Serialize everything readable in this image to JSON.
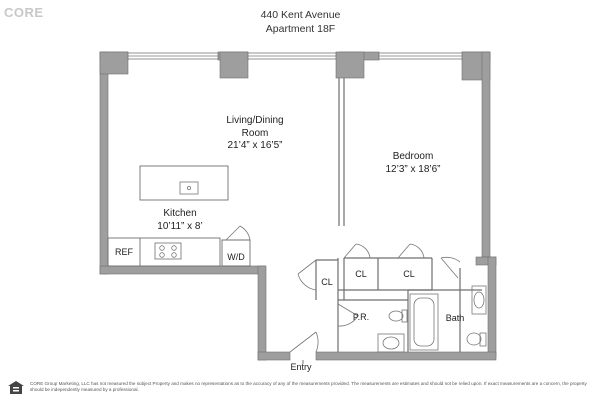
{
  "brand": {
    "logo_text": "CORE"
  },
  "header": {
    "address": "440 Kent Avenue",
    "unit": "Apartment 18F"
  },
  "rooms": {
    "living": {
      "name_line1": "Living/Dining",
      "name_line2": "Room",
      "dims": "21’4” x 16’5”"
    },
    "kitchen": {
      "name": "Kitchen",
      "dims": "10’11” x 8’"
    },
    "bedroom": {
      "name": "Bedroom",
      "dims": "12’3” x 18’6”"
    },
    "ref": "REF",
    "wd": "W/D",
    "cl1": "CL",
    "cl2": "CL",
    "cl3": "CL",
    "pr": "P.R.",
    "bath": "Bath",
    "entry": "Entry"
  },
  "footer": {
    "disclaimer": "CORE Group Marketing, LLC has not measured the subject Property and makes no representations as to the accuracy of any of the measurements provided. The measurements are estimates and should not be relied upon. If exact measurements are a concern, the property should be independently measured by a professional."
  },
  "colors": {
    "wall": "#9e9e9e",
    "wall_outline": "#6f6f6f",
    "line": "#777777"
  }
}
